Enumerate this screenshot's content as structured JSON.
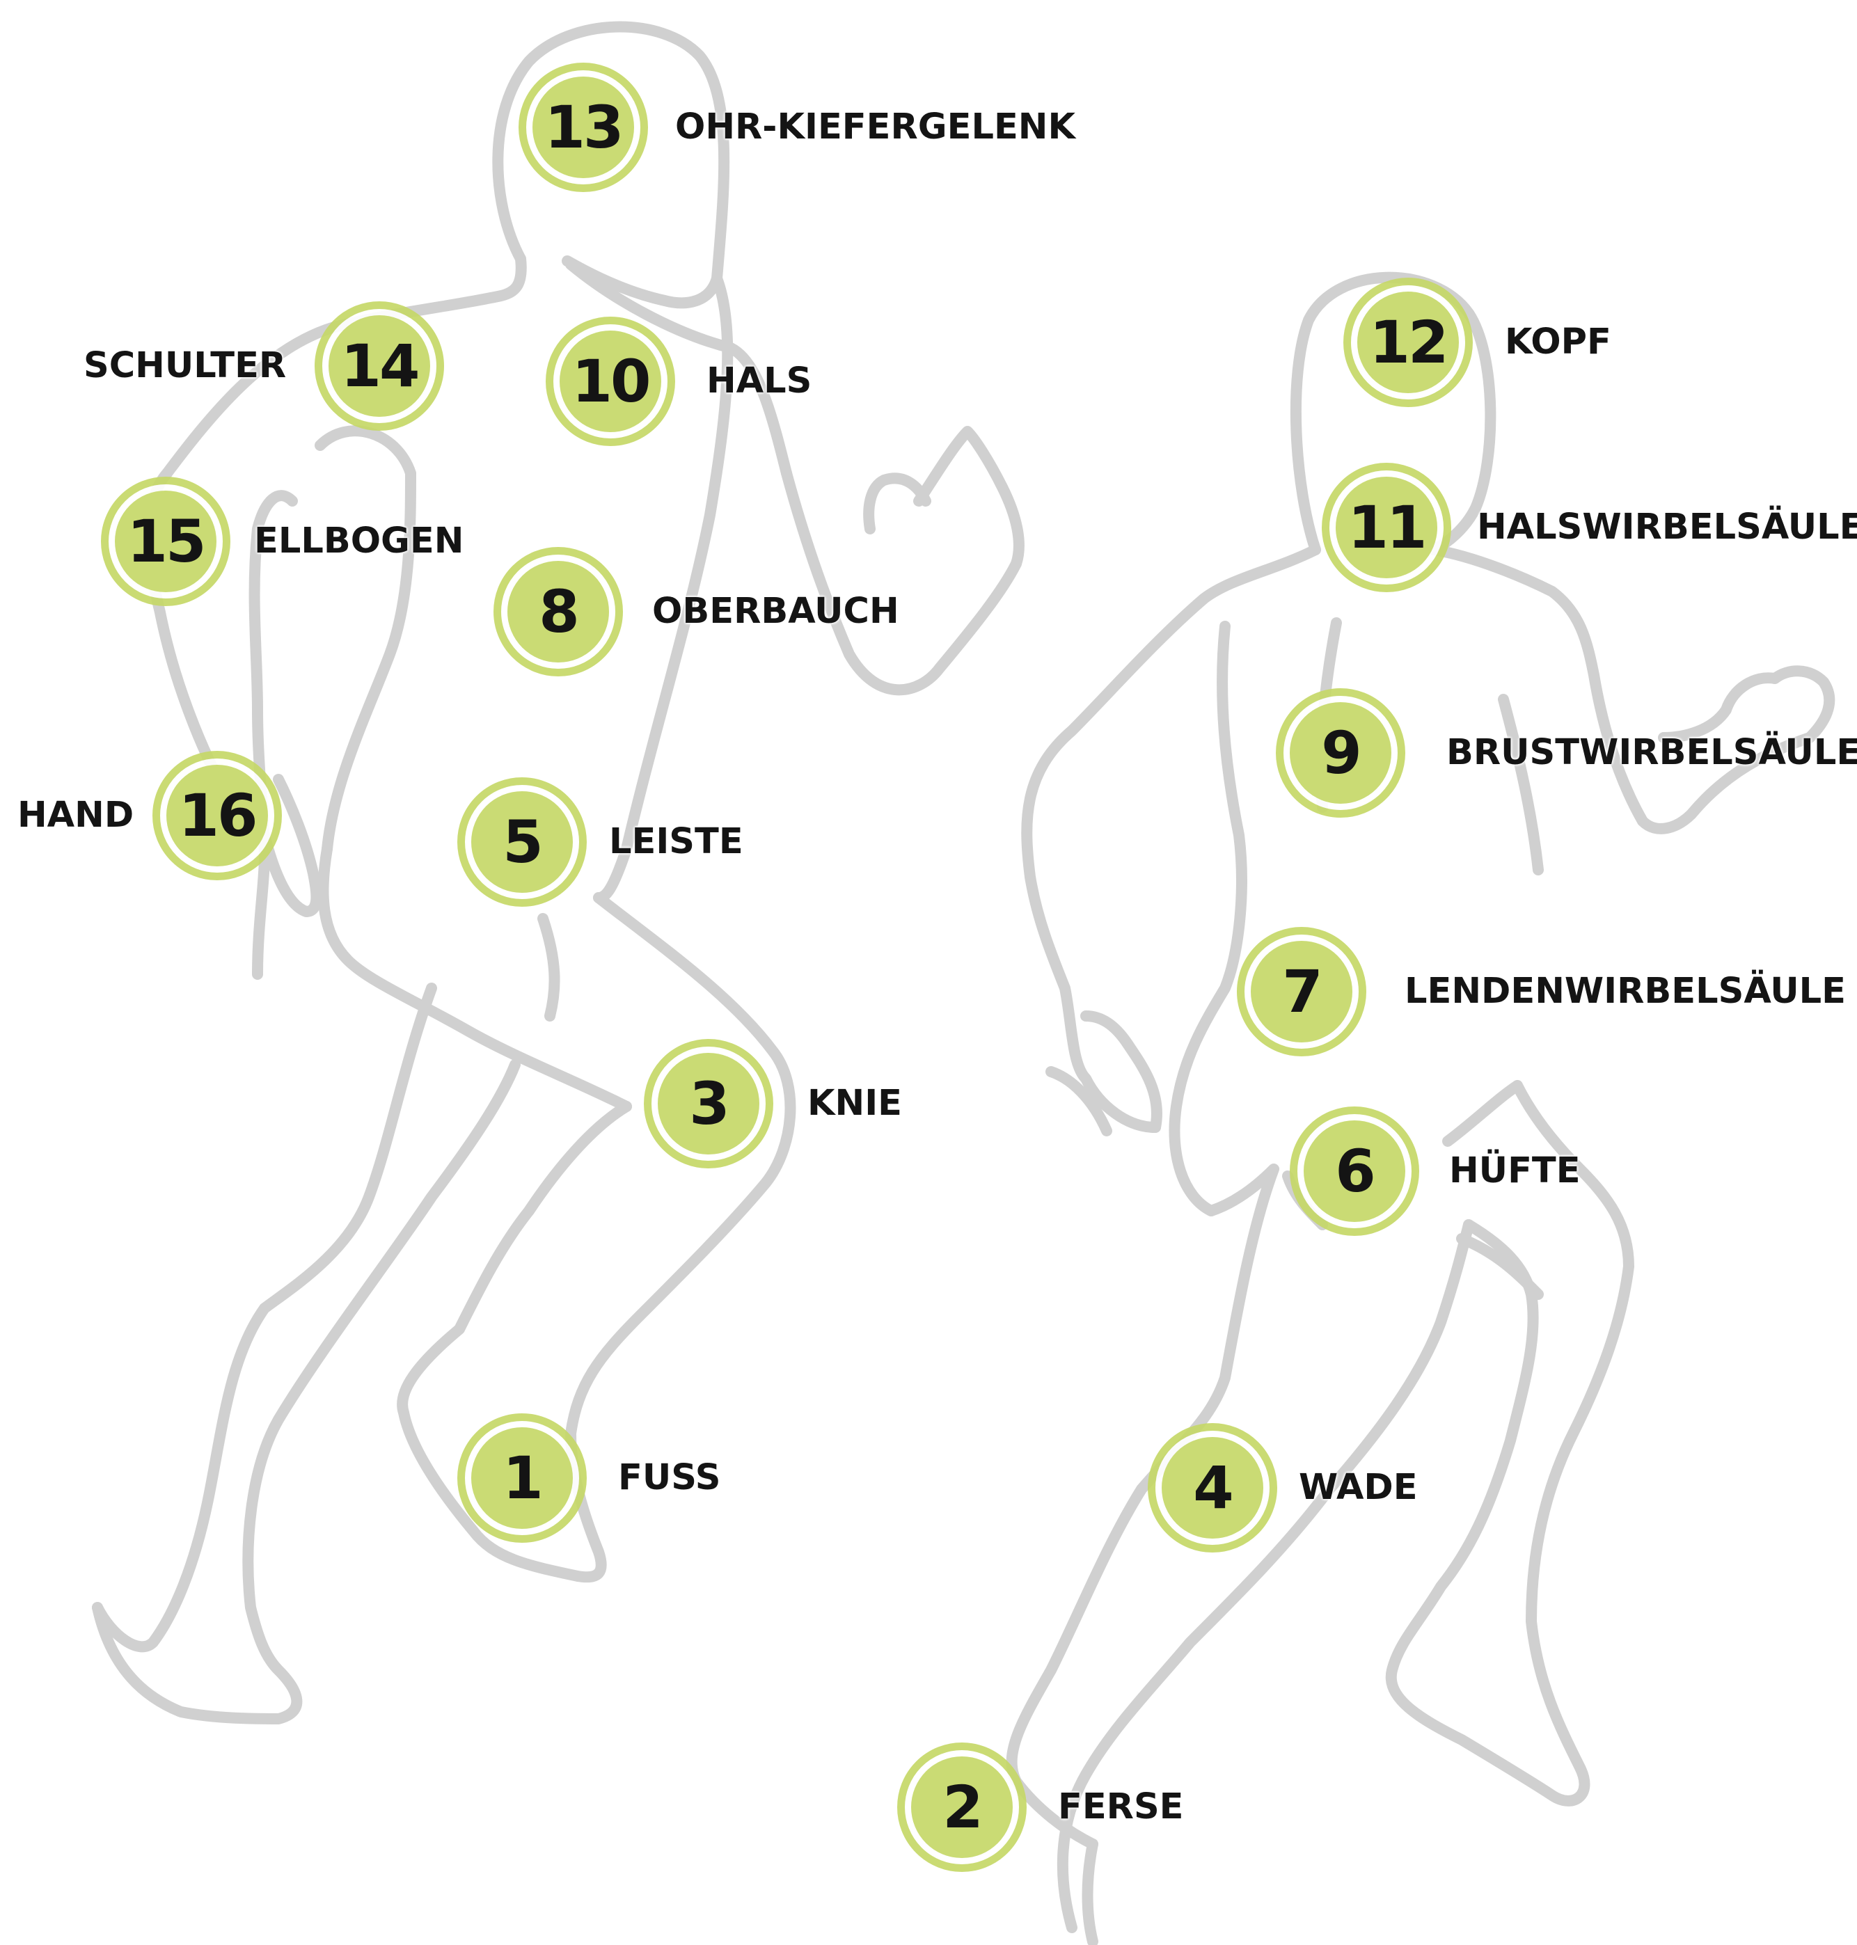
{
  "colors": {
    "outline": "#d0d0d0",
    "marker_fill": "#c6d868",
    "marker_ring": "#c6d868",
    "text": "#141414"
  },
  "markers": [
    {
      "number": "1",
      "label": "FUSS"
    },
    {
      "number": "2",
      "label": "FERSE"
    },
    {
      "number": "3",
      "label": "KNIE"
    },
    {
      "number": "4",
      "label": "WADE"
    },
    {
      "number": "5",
      "label": "LEISTE"
    },
    {
      "number": "6",
      "label": "HÜFTE"
    },
    {
      "number": "7",
      "label": "LENDENWIRBELSÄULE"
    },
    {
      "number": "8",
      "label": "OBERBAUCH"
    },
    {
      "number": "9",
      "label": "BRUSTWIRBELSÄULE"
    },
    {
      "number": "10",
      "label": "HALS"
    },
    {
      "number": "11",
      "label": "HALSWIRBELSÄULE"
    },
    {
      "number": "12",
      "label": "KOPF"
    },
    {
      "number": "13",
      "label": "OHR-KIEFERGELENK"
    },
    {
      "number": "14",
      "label": "SCHULTER"
    },
    {
      "number": "15",
      "label": "ELLBOGEN"
    },
    {
      "number": "16",
      "label": "HAND"
    }
  ]
}
